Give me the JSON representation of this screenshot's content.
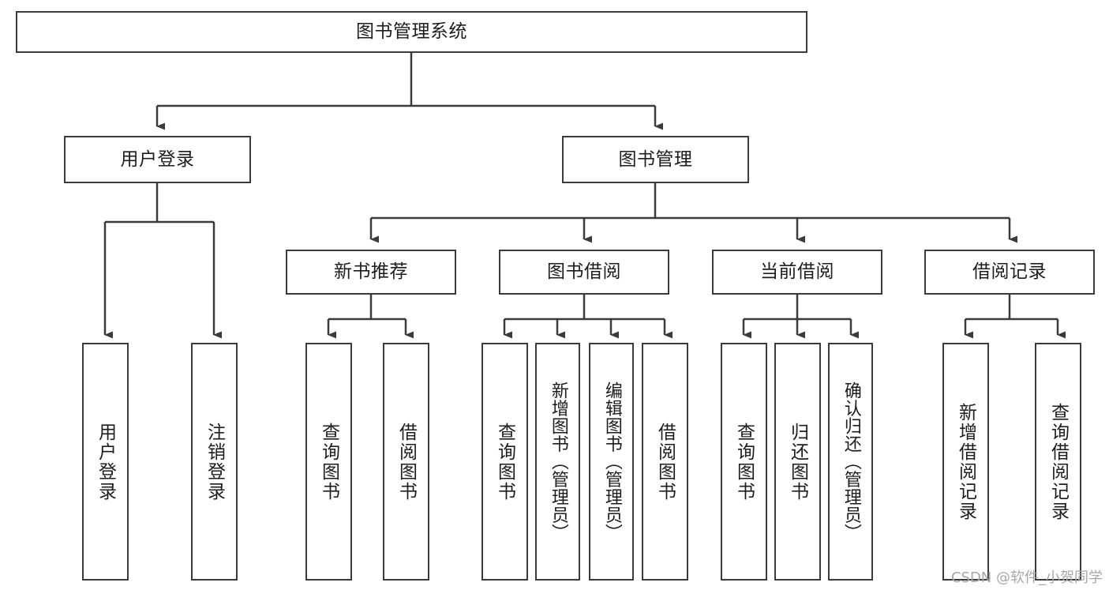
{
  "diagram": {
    "title": "图书管理系统",
    "watermark": "CSDN @软件_小贺同学",
    "stroke_color": "#3b3b3b",
    "text_color": "#1d1d1d",
    "background_color": "#ffffff",
    "root": {
      "label": "图书管理系统"
    },
    "level1": [
      {
        "label": "用户登录"
      },
      {
        "label": "图书管理"
      }
    ],
    "level2": [
      {
        "label": "新书推荐"
      },
      {
        "label": "图书借阅"
      },
      {
        "label": "当前借阅"
      },
      {
        "label": "借阅记录"
      }
    ],
    "leaves": {
      "user_login": [
        {
          "label": "用户登录"
        },
        {
          "label": "注销登录"
        }
      ],
      "new_book": [
        {
          "label": "查询图书"
        },
        {
          "label": "借阅图书"
        }
      ],
      "book_borrow": [
        {
          "label": "查询图书"
        },
        {
          "label": "新增图书（管理员）"
        },
        {
          "label": "编辑图书（管理员）"
        },
        {
          "label": "借阅图书"
        }
      ],
      "current_borrow": [
        {
          "label": "查询图书"
        },
        {
          "label": "归还图书"
        },
        {
          "label": "确认归还（管理员）"
        }
      ],
      "borrow_record": [
        {
          "label": "新增借阅记录"
        },
        {
          "label": "查询借阅记录"
        }
      ]
    }
  }
}
